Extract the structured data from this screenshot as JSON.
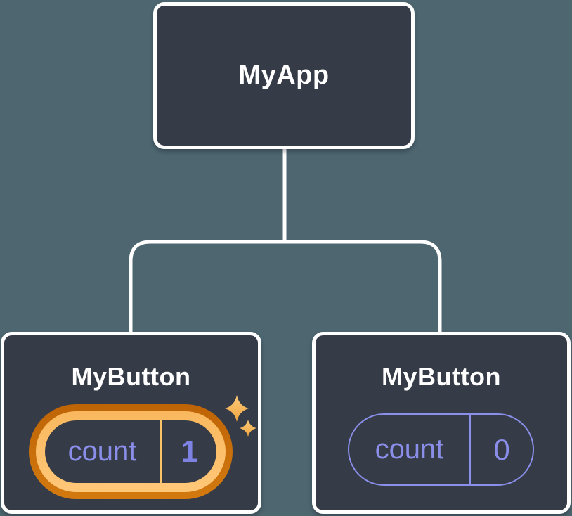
{
  "canvas": {
    "background_color": "#4D6670",
    "node_fill_color": "#353B47",
    "node_border_color": "#FFFFFF",
    "connector_color": "#FFFFFF"
  },
  "tree": {
    "root": {
      "label": "MyApp"
    },
    "children": [
      {
        "label": "MyButton",
        "pill": {
          "name": "count",
          "value": "1",
          "highlighted": true
        },
        "icon": "sparkles-icon"
      },
      {
        "label": "MyButton",
        "pill": {
          "name": "count",
          "value": "0",
          "highlighted": false
        }
      }
    ]
  },
  "colors": {
    "state_text_purple": "#8A8EE9",
    "state_value_purple": "#7D82E3",
    "pill_outline_purple": "#8A8FE9",
    "highlight_ring_outer_orange": "#C2690C",
    "highlight_ring_inner_orange": "#FBBD65",
    "highlight_divider_orange": "#FBC268",
    "sparkle_orange_top": "#FCCB79",
    "sparkle_orange_bottom": "#F0A440"
  }
}
